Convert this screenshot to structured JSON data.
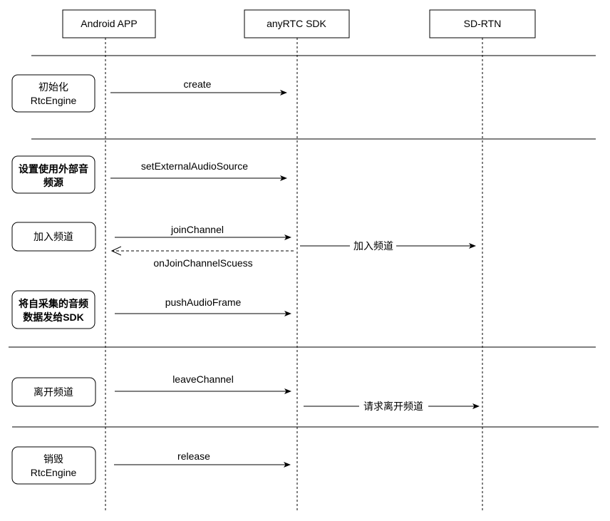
{
  "participants": [
    {
      "id": "app",
      "label": "Android APP"
    },
    {
      "id": "sdk",
      "label": "anyRTC SDK"
    },
    {
      "id": "rtn",
      "label": "SD-RTN"
    }
  ],
  "steps": [
    {
      "id": "init",
      "lines": [
        "初始化",
        "RtcEngine"
      ],
      "bold": false
    },
    {
      "id": "external-audio",
      "lines": [
        "设置使用外部音",
        "频源"
      ],
      "bold": true
    },
    {
      "id": "join",
      "lines": [
        "加入频道"
      ],
      "bold": false
    },
    {
      "id": "push",
      "lines": [
        "将自采集的音频",
        "数据发给SDK"
      ],
      "bold": true
    },
    {
      "id": "leave",
      "lines": [
        "离开频道"
      ],
      "bold": false
    },
    {
      "id": "destroy",
      "lines": [
        "销毁",
        "RtcEngine"
      ],
      "bold": false
    }
  ],
  "messages": [
    {
      "id": "create",
      "label": "create",
      "from": "app",
      "to": "sdk",
      "style": "solid"
    },
    {
      "id": "set-external-audio-source",
      "label": "setExternalAudioSource",
      "from": "app",
      "to": "sdk",
      "style": "solid"
    },
    {
      "id": "join-channel",
      "label": "joinChannel",
      "from": "app",
      "to": "sdk",
      "style": "solid"
    },
    {
      "id": "on-join-channel-success",
      "label": "onJoinChannelScuess",
      "from": "sdk",
      "to": "app",
      "style": "dashed"
    },
    {
      "id": "sdk-join-channel",
      "label": "加入频道",
      "from": "sdk",
      "to": "rtn",
      "style": "solid",
      "inline": true
    },
    {
      "id": "push-audio-frame",
      "label": "pushAudioFrame",
      "from": "app",
      "to": "sdk",
      "style": "solid"
    },
    {
      "id": "leave-channel",
      "label": "leaveChannel",
      "from": "app",
      "to": "sdk",
      "style": "solid"
    },
    {
      "id": "request-leave-channel",
      "label": "请求离开频道",
      "from": "sdk",
      "to": "rtn",
      "style": "solid",
      "inline": true
    },
    {
      "id": "release",
      "label": "release",
      "from": "app",
      "to": "sdk",
      "style": "solid"
    }
  ]
}
